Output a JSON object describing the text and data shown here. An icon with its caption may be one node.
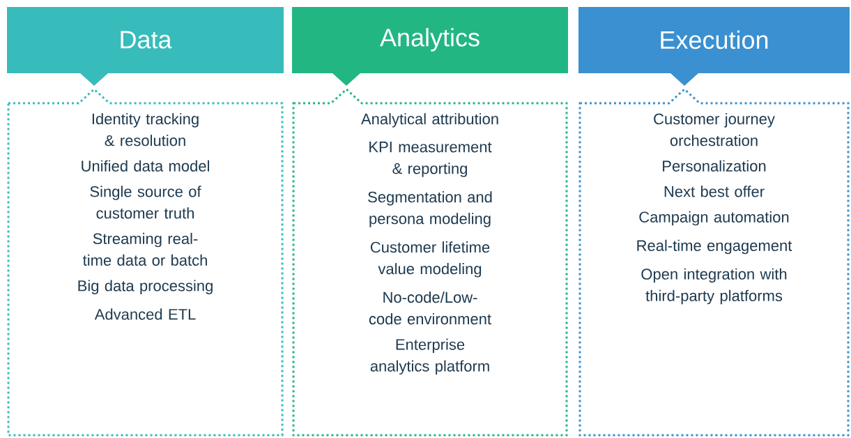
{
  "diagram": {
    "nodes": [
      {
        "text": [
          "Data"
        ]
      },
      {
        "text": [
          "Identity tracking & resolution",
          "Unified data model",
          "Single source of customer truth",
          "Streaming real-time data or batch",
          "Big data processing",
          "Advanced ETL"
        ]
      },
      {
        "text": [
          "Analytics"
        ]
      },
      {
        "text": [
          "Analytical attribution",
          "KPI measurement & reporting",
          "Segmentation and persona modeling",
          "Customer lifetime value modeling",
          "No-code/Low-code environment",
          "Enterprise analytics platform"
        ]
      },
      {
        "text": [
          "Execution"
        ]
      },
      {
        "text": [
          "Customer journey orchestration",
          "Personalization",
          "Next best offer",
          "Campaign automation",
          "Real-time engagement",
          "Open integration with third-party platforms"
        ]
      }
    ]
  }
}
